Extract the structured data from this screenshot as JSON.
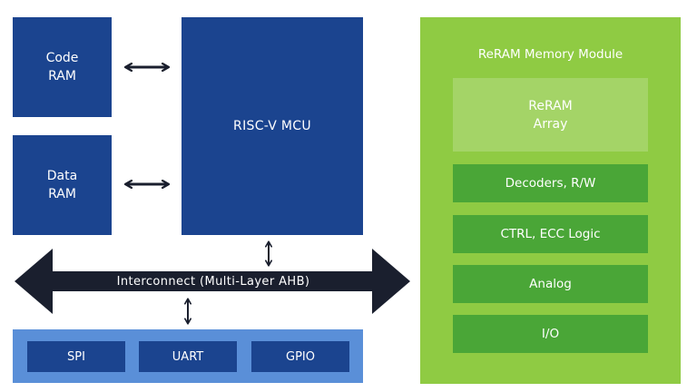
{
  "code_ram": {
    "label": "Code\nRAM"
  },
  "data_ram": {
    "label": "Data\nRAM"
  },
  "mcu": {
    "label": "RISC-V MCU"
  },
  "interconnect": {
    "label": "Interconnect (Multi-Layer AHB)"
  },
  "peripherals": {
    "items": [
      "SPI",
      "UART",
      "GPIO"
    ]
  },
  "reram_module": {
    "title": "ReRAM Memory Module",
    "blocks": [
      "ReRAM\nArray",
      "Decoders, R/W",
      "CTRL, ECC Logic",
      "Analog",
      "I/O"
    ]
  },
  "colors": {
    "navy": "#1b448f",
    "peripheral_bar": "#5a8fd8",
    "bus": "#1a1f2e",
    "module_green": "#8fcb43",
    "array_green": "#a4d467",
    "block_green": "#4aa637"
  }
}
